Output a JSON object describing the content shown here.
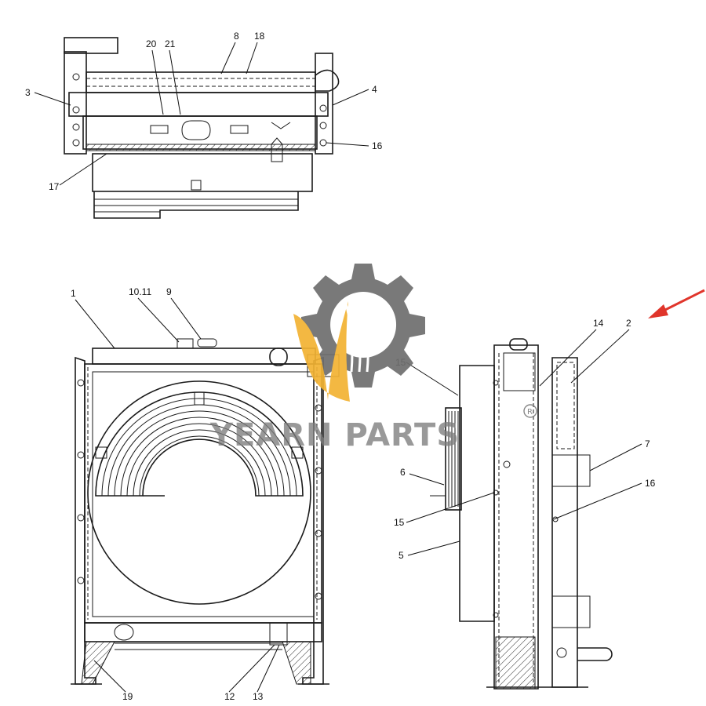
{
  "watermark": {
    "brand": "YEARN PARTS",
    "registered_mark": "R",
    "gear_color": "#6e6e6e",
    "accent_color": "#f2b233"
  },
  "arrow_color": "#e0352b",
  "top_view": {
    "callouts": [
      "20",
      "21",
      "8",
      "18",
      "3",
      "4",
      "16",
      "17"
    ]
  },
  "front_view": {
    "callouts": [
      "1",
      "10.11",
      "9",
      "19",
      "12",
      "13"
    ]
  },
  "side_view": {
    "callouts": [
      "14",
      "2",
      "15",
      "7",
      "6",
      "16",
      "15",
      "5"
    ]
  }
}
